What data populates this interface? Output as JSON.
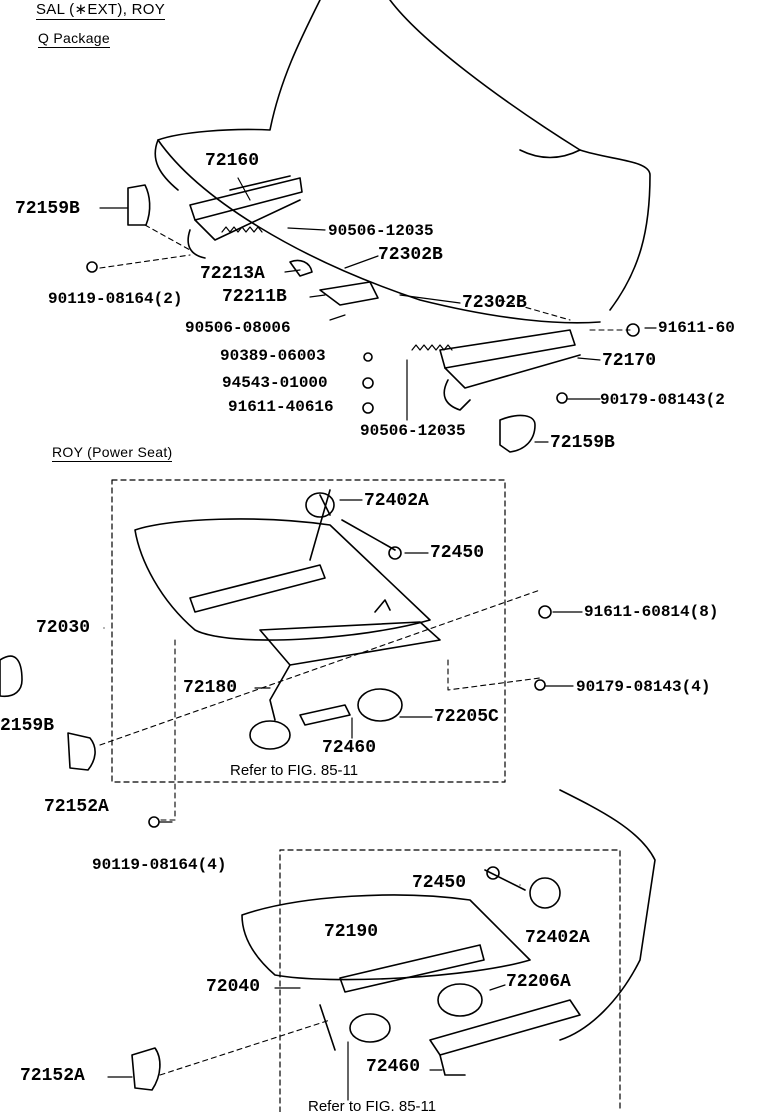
{
  "headers": {
    "section1_title": "SAL (∗EXT), ROY",
    "section1_subtitle": "Q Package",
    "section2_title": "ROY (Power Seat)"
  },
  "labels": {
    "p72160": "72160",
    "p72159B_a": "72159B",
    "p90506_12035_a": "90506-12035",
    "p72302B_a": "72302B",
    "p72213A": "72213A",
    "p90119_08164_2": "90119-08164(2)",
    "p72211B": "72211B",
    "p72302B_b": "72302B",
    "p90506_08006": "90506-08006",
    "p91611_60": "91611-60",
    "p90389_06003": "90389-06003",
    "p72170": "72170",
    "p94543_01000": "94543-01000",
    "p90179_08143_2": "90179-08143(2",
    "p91611_40616": "91611-40616",
    "p90506_12035_b": "90506-12035",
    "p72159B_b": "72159B",
    "p72402A_a": "72402A",
    "p72450_a": "72450",
    "p72030": "72030",
    "p91611_60814_8": "91611-60814(8)",
    "p90179_08143_4": "90179-08143(4)",
    "p72180": "72180",
    "p72205C": "72205C",
    "p72159B_c": "2159B",
    "p72460_a": "72460",
    "p72152A_a": "72152A",
    "p90119_08164_4": "90119-08164(4)",
    "p72450_b": "72450",
    "p72190": "72190",
    "p72402A_b": "72402A",
    "p72040": "72040",
    "p72206A": "72206A",
    "p72152A_b": "72152A",
    "p72460_b": "72460"
  },
  "refs": {
    "ref1": "Refer to FIG. 85-11",
    "ref2": "Refer to FIG. 85-11"
  }
}
